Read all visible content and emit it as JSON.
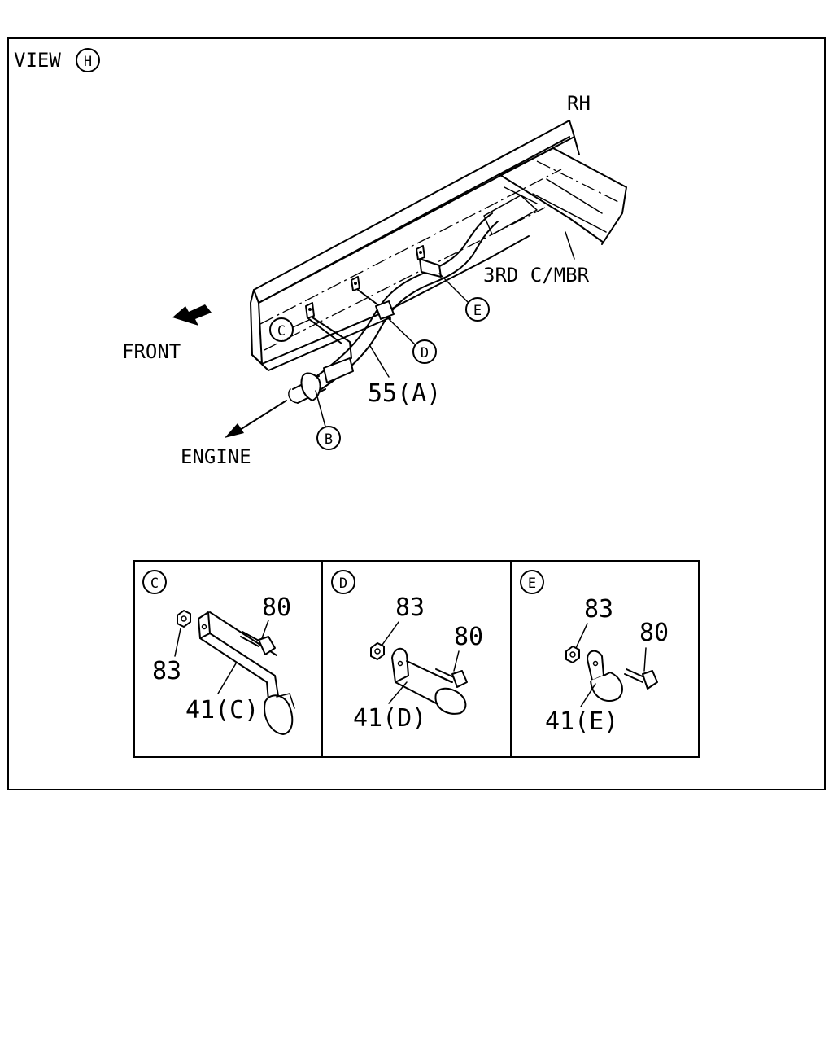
{
  "view": {
    "prefix": "VIEW",
    "letter": "H"
  },
  "labels": {
    "rh": "RH",
    "third_cmbr": "3RD C/MBR",
    "front": "FRONT",
    "engine": "ENGINE",
    "part_55a": "55(A)"
  },
  "callouts": {
    "b": "B",
    "c": "C",
    "d": "D",
    "e": "E"
  },
  "details": [
    {
      "letter": "C",
      "bolt": "80",
      "nut": "83",
      "clamp": "41(C)"
    },
    {
      "letter": "D",
      "nut": "83",
      "bolt": "80",
      "clamp": "41(D)"
    },
    {
      "letter": "E",
      "nut": "83",
      "bolt": "80",
      "clamp": "41(E)"
    }
  ]
}
